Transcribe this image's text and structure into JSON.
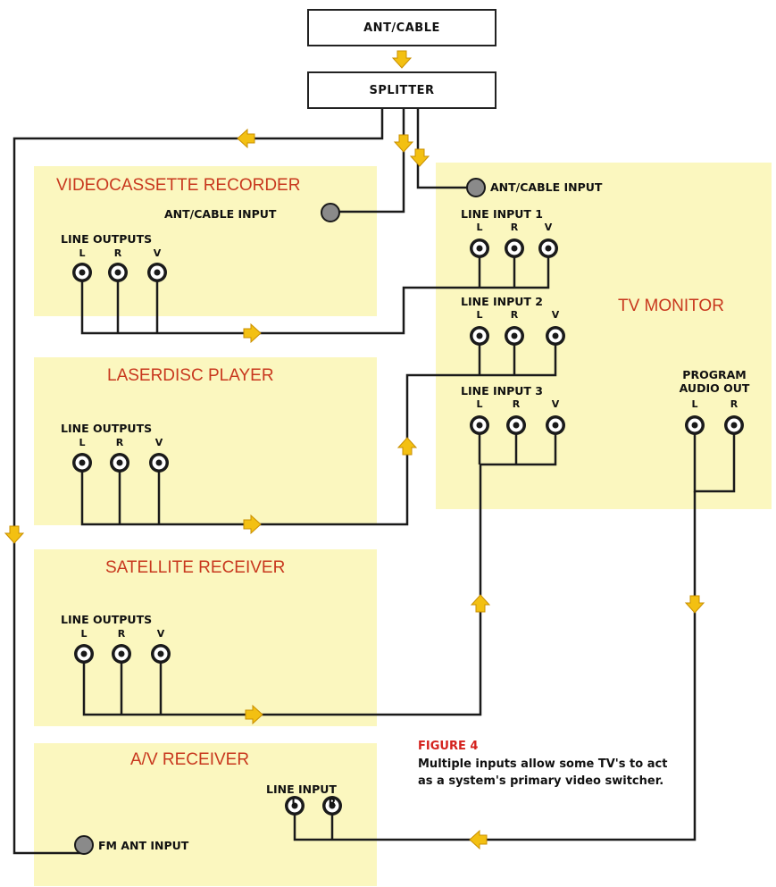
{
  "top": {
    "ant_cable": "ANT/CABLE",
    "splitter": "SPLITTER"
  },
  "vcr": {
    "title": "VIDEOCASSETTE RECORDER",
    "ant_input": "ANT/CABLE INPUT",
    "outputs_label": "LINE OUTPUTS"
  },
  "laserdisc": {
    "title": "LASERDISC PLAYER",
    "outputs_label": "LINE OUTPUTS"
  },
  "satellite": {
    "title": "SATELLITE RECEIVER",
    "outputs_label": "LINE OUTPUTS"
  },
  "av_receiver": {
    "title": "A/V RECEIVER",
    "fm_input": "FM ANT INPUT",
    "line_input": "LINE INPUT"
  },
  "tv": {
    "title": "TV MONITOR",
    "ant_input": "ANT/CABLE INPUT",
    "line_input_1": "LINE INPUT 1",
    "line_input_2": "LINE INPUT 2",
    "line_input_3": "LINE INPUT 3",
    "audio_out_line1": "PROGRAM",
    "audio_out_line2": "AUDIO OUT"
  },
  "channels": {
    "l": "L",
    "r": "R",
    "v": "V"
  },
  "caption": {
    "title": "FIGURE 4",
    "body": "Multiple inputs allow some TV's to act as a system's primary video switcher."
  },
  "colors": {
    "panel": "#fbf7bf",
    "title_red": "#c8381e",
    "arrow": "#f3c012",
    "wire": "#1a1a1a",
    "ant_jack": "#8a8a8a"
  }
}
